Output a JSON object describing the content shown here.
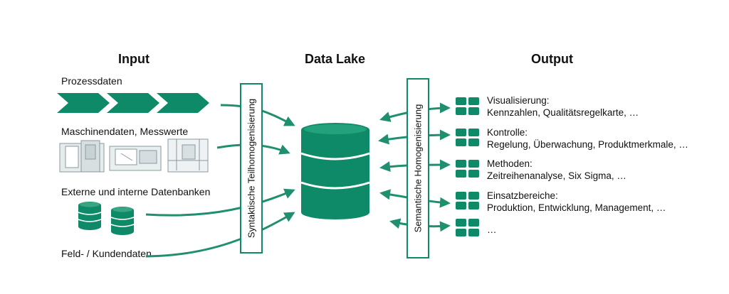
{
  "headings": {
    "input": "Input",
    "data_lake": "Data Lake",
    "output": "Output"
  },
  "inputs": [
    {
      "label": "Prozessdaten"
    },
    {
      "label": "Maschinendaten, Messwerte"
    },
    {
      "label": "Externe und interne Datenbanken"
    },
    {
      "label": "Feld- / Kundendaten"
    }
  ],
  "boxes": {
    "left": "Syntaktische Teilhomogenisierung",
    "right": "Semantische Homogenisierung"
  },
  "outputs": [
    {
      "title": "Visualisierung:",
      "sub": "Kennzahlen, Qualitätsregelkarte, …"
    },
    {
      "title": "Kontrolle:",
      "sub": "Regelung, Überwachung, Produktmerkmale, …"
    },
    {
      "title": "Methoden:",
      "sub": "Zeitreihenanalyse, Six Sigma, …"
    },
    {
      "title": "Einsatzbereiche:",
      "sub": "Produktion, Entwicklung, Management, …"
    },
    {
      "title": "…",
      "sub": ""
    }
  ],
  "colors": {
    "accent": "#0e8a68",
    "accent_dark": "#0a6a50",
    "arrow": "#1f8f6f"
  },
  "icons": [
    "chevron-arrow-icon",
    "machine-icon",
    "database-icon",
    "grid-icon"
  ]
}
